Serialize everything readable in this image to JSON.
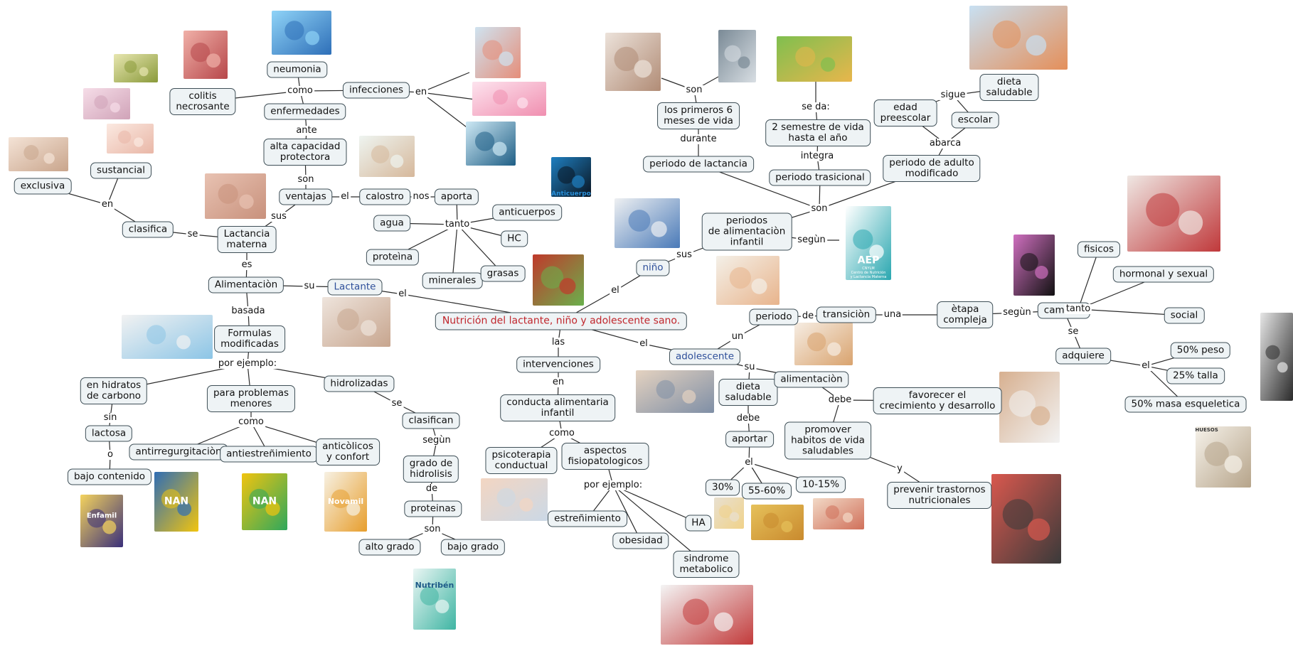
{
  "nodes": {
    "main": "Nutrición del lactante, niño y adolescente sano.",
    "lactante": "Lactante",
    "alimentacion": "Alimentaciòn",
    "lactancia": "Lactancia\nmaterna",
    "clasifica": "clasifica",
    "exclusiva": "exclusiva",
    "sustancial": "sustancial",
    "ventajas": "ventajas",
    "alta_capacidad": "alta capacidad\nprotectora",
    "enfermedades": "enfermedades",
    "neumonia": "neumonia",
    "colitis": "colitis\nnecrosante",
    "infecciones": "infecciones",
    "calostro": "calostro",
    "aporta": "aporta",
    "agua": "agua",
    "anticuerpos": "anticuerpos",
    "hc": "HC",
    "proteina": "proteìna",
    "minerales": "minerales",
    "grasas": "grasas",
    "formulas": "Formulas\nmodificadas",
    "hidratos": "en hidratos\nde carbono",
    "lactosa": "lactosa",
    "bajo_contenido": "bajo contenido",
    "problemas_menores": "para problemas\nmenores",
    "antirregurgitacion": "antirregurgitaciòn",
    "antiestrenimiento": "antiestreñimiento",
    "anticolicos": "anticòlicos\ny confort",
    "hidrolizadas": "hidrolizadas",
    "clasifican": "clasifican",
    "grado_hidrolisis": "grado de\nhidrolisis",
    "proteinas": "proteinas",
    "alto_grado": "alto grado",
    "bajo_grado": "bajo grado",
    "intervenciones": "intervenciones",
    "conducta": "conducta alimentaria\ninfantil",
    "psicoterapia": "psicoterapia\nconductual",
    "aspectos": "aspectos\nfisiopatologicos",
    "estrenimiento": "estreñimiento",
    "obesidad": "obesidad",
    "ha": "HA",
    "sindrome": "sindrome\nmetabolico",
    "nino": "niño",
    "periodos": "periodos\nde alimentaciòn\ninfantil",
    "primeros6": "los primeros 6\nmeses de vida",
    "periodo_lactancia": "periodo de lactancia",
    "semestre2": "2 semestre de vida\nhasta el año",
    "periodo_trasicional": "periodo trasicional",
    "periodo_adulto": "periodo de adulto\nmodificado",
    "edad_preescolar": "edad\npreescolar",
    "escolar": "escolar",
    "dieta_saludable_top": "dieta\nsaludable",
    "adolescente": "adolescente",
    "periodo": "periodo",
    "transicion": "transiciòn",
    "etapa": "ètapa\ncompleja",
    "cambios": "cambios",
    "fisicos": "fisicos",
    "hormonal": "hormonal y sexual",
    "social": "social",
    "adquiere": "adquiere",
    "peso": "50% peso",
    "talla": "25% talla",
    "masa": "50% masa esqueletica",
    "dieta_saludable": "dieta\nsaludable",
    "alimentacion_ado": "alimentaciòn",
    "aportar": "aportar",
    "p30": "30%",
    "p5560": "55-60%",
    "p1015": "10-15%",
    "favorecer": "favorecer el\ncrecimiento y desarrollo",
    "promover": "promover\nhabitos de vida\nsaludables",
    "prevenir": "prevenir trastornos\nnutricionales"
  },
  "labels": {
    "su": "su",
    "el_main": "el",
    "es": "es",
    "se_lact": "se",
    "en_clas": "en",
    "sus_lact": "sus",
    "son_vent": "son",
    "ante": "ante",
    "como_enf": "como",
    "en_inf": "en",
    "el_vent": "el",
    "nos": "nos",
    "tanto_aporta": "tanto",
    "basada": "basada",
    "por_ejemplo_form": "por ejemplo:",
    "sin": "sin",
    "o": "o",
    "como_prob": "como",
    "se_hidro": "se",
    "segun_clas": "segùn",
    "de_grado": "de",
    "son_prot": "son",
    "las": "las",
    "en_interv": "en",
    "como_cond": "como",
    "por_ejemplo_asp": "por ejemplo:",
    "el_nino": "el",
    "sus_nino": "sus",
    "segun_per": "segùn",
    "son_per": "son",
    "durante": "durante",
    "son_prim": "son",
    "integra": "integra",
    "se_da": "se da:",
    "abarca": "abarca",
    "sigue": "sigue",
    "el_ado": "el",
    "un": "un",
    "de_trans": "de",
    "una": "una",
    "segun_etapa": "segùn",
    "tanto_camb": "tanto",
    "se_camb": "se",
    "el_adq": "el",
    "su_ado": "su",
    "debe_dieta": "debe",
    "el_aport": "el",
    "debe_alim": "debe",
    "y": "y"
  },
  "image_text": {
    "anticuerpo": "Anticuerpo",
    "aep": "AEP",
    "aep_sub": "CNYLM\nCentro de Nutrición\ny Lactancia Materna",
    "nan1": "NAN",
    "nan2": "NAN",
    "novamil": "Novamil",
    "enfamil": "Enfamil",
    "nutriben": "Nutribén",
    "huesos": "HUESOS"
  },
  "colors": {
    "node_fill": "#eef3f5",
    "node_border": "#3f4f57",
    "main_text": "#c0262c",
    "blue_text": "#2e4f9a",
    "link": "#2b2b2b"
  }
}
